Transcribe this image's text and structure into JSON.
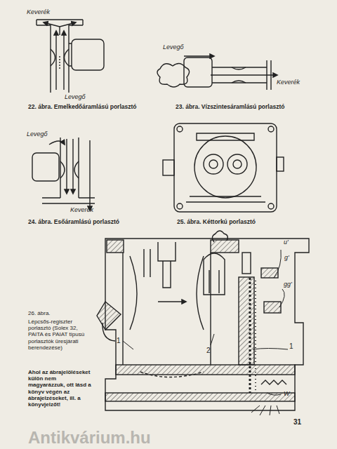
{
  "diagram": {
    "labels": [
      "Keverék",
      "Levegő",
      "22. ábra. Emelkedőáramlású porlasztó",
      "Levegő",
      "Keverék",
      "23. ábra. Vízszintesáramlású porlasztó",
      "Levegő",
      "Keverék",
      "24. ábra. Esőáramlású porlasztó",
      "25. ábra. Kéttorkú porlasztó",
      "u'",
      "g'",
      "gg'",
      "1",
      "2",
      "1",
      "W",
      "26. ábra.",
      "Lépcsős-regiszter porlasztó (Solex 32, PAITA és PAIAT típusú porlasztók üresjárati berendezése)",
      "Ahol az ábrajelöléseket külön nem magyarázzuk, ott lásd a könyv végén az ábrajelzéseket, ill. a könyvjelzőt!",
      "31",
      "Antikvárium.hu"
    ]
  }
}
